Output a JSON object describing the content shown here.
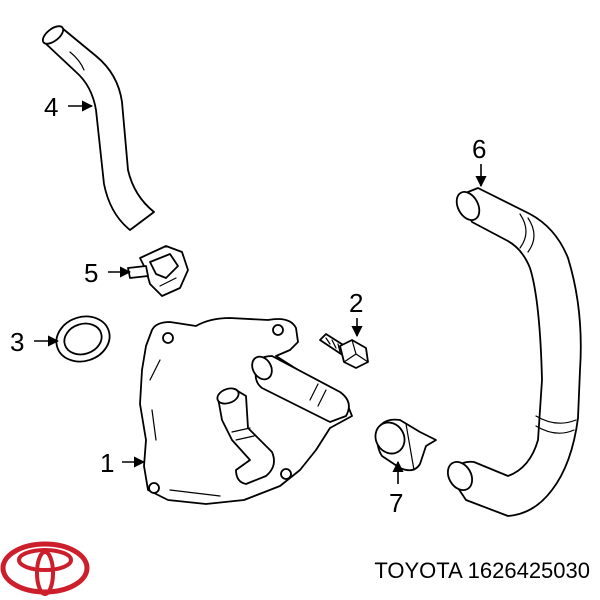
{
  "callouts": {
    "c1": "1",
    "c2": "2",
    "c3": "3",
    "c4": "4",
    "c5": "5",
    "c6": "6",
    "c7": "7"
  },
  "caption": "TOYOTA 1626425030",
  "brand": {
    "logo": "toyota-logo-icon",
    "color": "#cc1e2b"
  }
}
